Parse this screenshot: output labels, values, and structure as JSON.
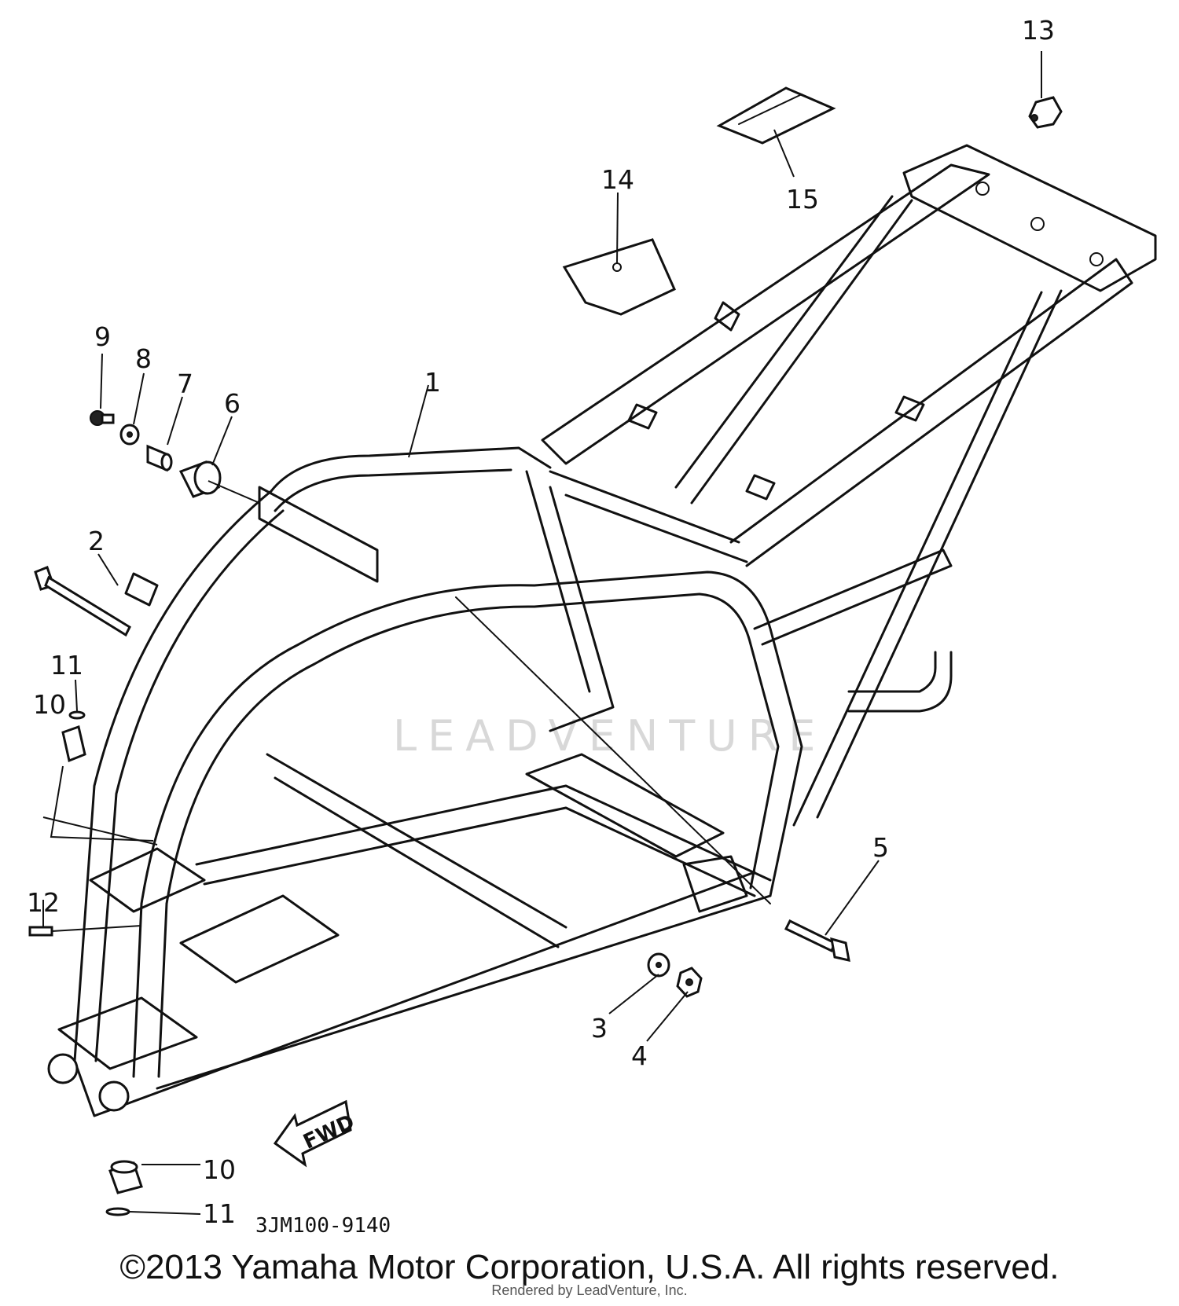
{
  "diagram": {
    "callouts": [
      {
        "id": "c1",
        "label": "1"
      },
      {
        "id": "c2",
        "label": "2"
      },
      {
        "id": "c3",
        "label": "3"
      },
      {
        "id": "c4",
        "label": "4"
      },
      {
        "id": "c5",
        "label": "5"
      },
      {
        "id": "c6",
        "label": "6"
      },
      {
        "id": "c7",
        "label": "7"
      },
      {
        "id": "c8",
        "label": "8"
      },
      {
        "id": "c9",
        "label": "9"
      },
      {
        "id": "c10a",
        "label": "10"
      },
      {
        "id": "c10b",
        "label": "10"
      },
      {
        "id": "c11a",
        "label": "11"
      },
      {
        "id": "c11b",
        "label": "11"
      },
      {
        "id": "c12",
        "label": "12"
      },
      {
        "id": "c13",
        "label": "13"
      },
      {
        "id": "c14",
        "label": "14"
      },
      {
        "id": "c15",
        "label": "15"
      }
    ],
    "fwd_label": "FWD",
    "diagram_code": "3JM100-9140",
    "watermark": "LEADVENTURE"
  },
  "footer": {
    "copyright": "©2013 Yamaha Motor Corporation, U.S.A. All rights reserved.",
    "rendered_by": "Rendered by LeadVenture, Inc."
  }
}
